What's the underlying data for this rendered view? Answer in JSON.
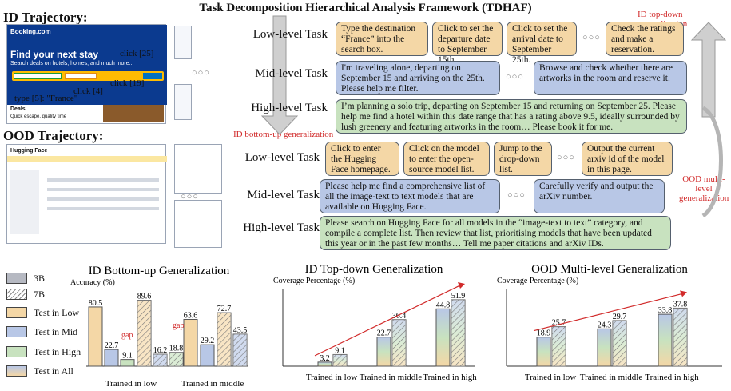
{
  "header": {
    "title": "Task Decomposition Hierarchical Analysis Framework (TDHAF)",
    "id_trajectory": "ID Trajectory:",
    "ood_trajectory": "OOD Trajectory:",
    "id_top_down": "ID top-down generalization",
    "id_bottom_up": "ID bottom-up generalization",
    "ood_multi": "OOD multi-level generalization"
  },
  "levels": {
    "low": "Low-level Task",
    "mid": "Mid-level Task",
    "high": "High-level Task"
  },
  "id_tasks": {
    "low": [
      "Type the destination “France” into the search box.",
      "Click to set the departure date to September 15th.",
      "Click to set the arrival date to September 25th.",
      "Check the ratings and make a reservation."
    ],
    "mid": [
      "I'm traveling alone, departing on September 15 and arriving on the 25th. Please help me filter.",
      "Browse and check whether there are artworks in the room and reserve it."
    ],
    "high": "I’m planning a solo trip, departing on September 15 and returning on September 25. Please help me find a hotel within this date range that has a rating above 9.5, ideally surrounded by lush greenery and featuring artworks in the room… Please book it for me."
  },
  "ood_tasks": {
    "low": [
      "Click to enter the Hugging Face homepage.",
      "Click on the model to enter the open-source model list.",
      "Jump to the drop-down list.",
      "Output the current arxiv id of the model in this page."
    ],
    "mid": [
      "Please help me find a comprehensive list of all the image-text to text models that are available on Hugging Face.",
      "Carefully verify and output the arXiv number."
    ],
    "high": "Please search on Hugging Face for all models in the “image-text to text” category, and compile a complete list. Then review that list, prioritising models that have been updated this year or in the past few months… Tell me paper citations and arXiv IDs."
  },
  "screenshots": {
    "booking_logo": "Booking.com",
    "booking_hero": "Find your next stay",
    "booking_sub": "Search deals on hotels, homes, and much more...",
    "booking_deals": "Deals",
    "booking_deals_sub": "Quick escape, quality time",
    "hf_logo": "Hugging Face",
    "annotations": [
      "click [25]",
      "click [19]",
      "click [4]",
      "type [5]: \"France\""
    ]
  },
  "legend": {
    "items": [
      "3B",
      "7B",
      "Test in Low",
      "Test in Mid",
      "Test in High",
      "Test in All"
    ]
  },
  "colors": {
    "low": "#f4d7a6",
    "mid": "#b8c7e6",
    "high": "#c8e2bf",
    "model_3b": "#b6b9c2",
    "accent_red": "#d12a2a"
  },
  "chart_data": [
    {
      "type": "bar",
      "title": "ID Bottom-up Generalization",
      "ylabel": "Accuracy (%)",
      "categories": [
        "Trained in low",
        "Trained in middle"
      ],
      "series": [
        {
          "name": "3B",
          "values": [
            [
              80.5,
              22.7,
              9.1
            ],
            [
              63.6,
              29.2
            ]
          ]
        },
        {
          "name": "7B",
          "values": [
            [
              89.6,
              16.2,
              18.8
            ],
            [
              72.7,
              43.5
            ]
          ]
        }
      ],
      "annotations": [
        "gap",
        "gap"
      ],
      "ylim": [
        0,
        100
      ]
    },
    {
      "type": "bar",
      "title": "ID Top-down Generalization",
      "ylabel": "Coverage Percentage (%)",
      "categories": [
        "Trained in low",
        "Trained in middle",
        "Trained in high"
      ],
      "series": [
        {
          "name": "3B",
          "values": [
            3.2,
            22.7,
            44.8
          ]
        },
        {
          "name": "7B",
          "values": [
            9.1,
            36.4,
            51.9
          ]
        }
      ],
      "ylim": [
        0,
        60
      ]
    },
    {
      "type": "bar",
      "title": "OOD Multi-level Generalization",
      "ylabel": "Coverage Percentage (%)",
      "categories": [
        "Trained in low",
        "Trained in middle",
        "Trained in high"
      ],
      "series": [
        {
          "name": "3B",
          "values": [
            18.9,
            24.3,
            33.8
          ]
        },
        {
          "name": "7B",
          "values": [
            25.7,
            29.7,
            37.8
          ]
        }
      ],
      "ylim": [
        0,
        50
      ]
    }
  ]
}
